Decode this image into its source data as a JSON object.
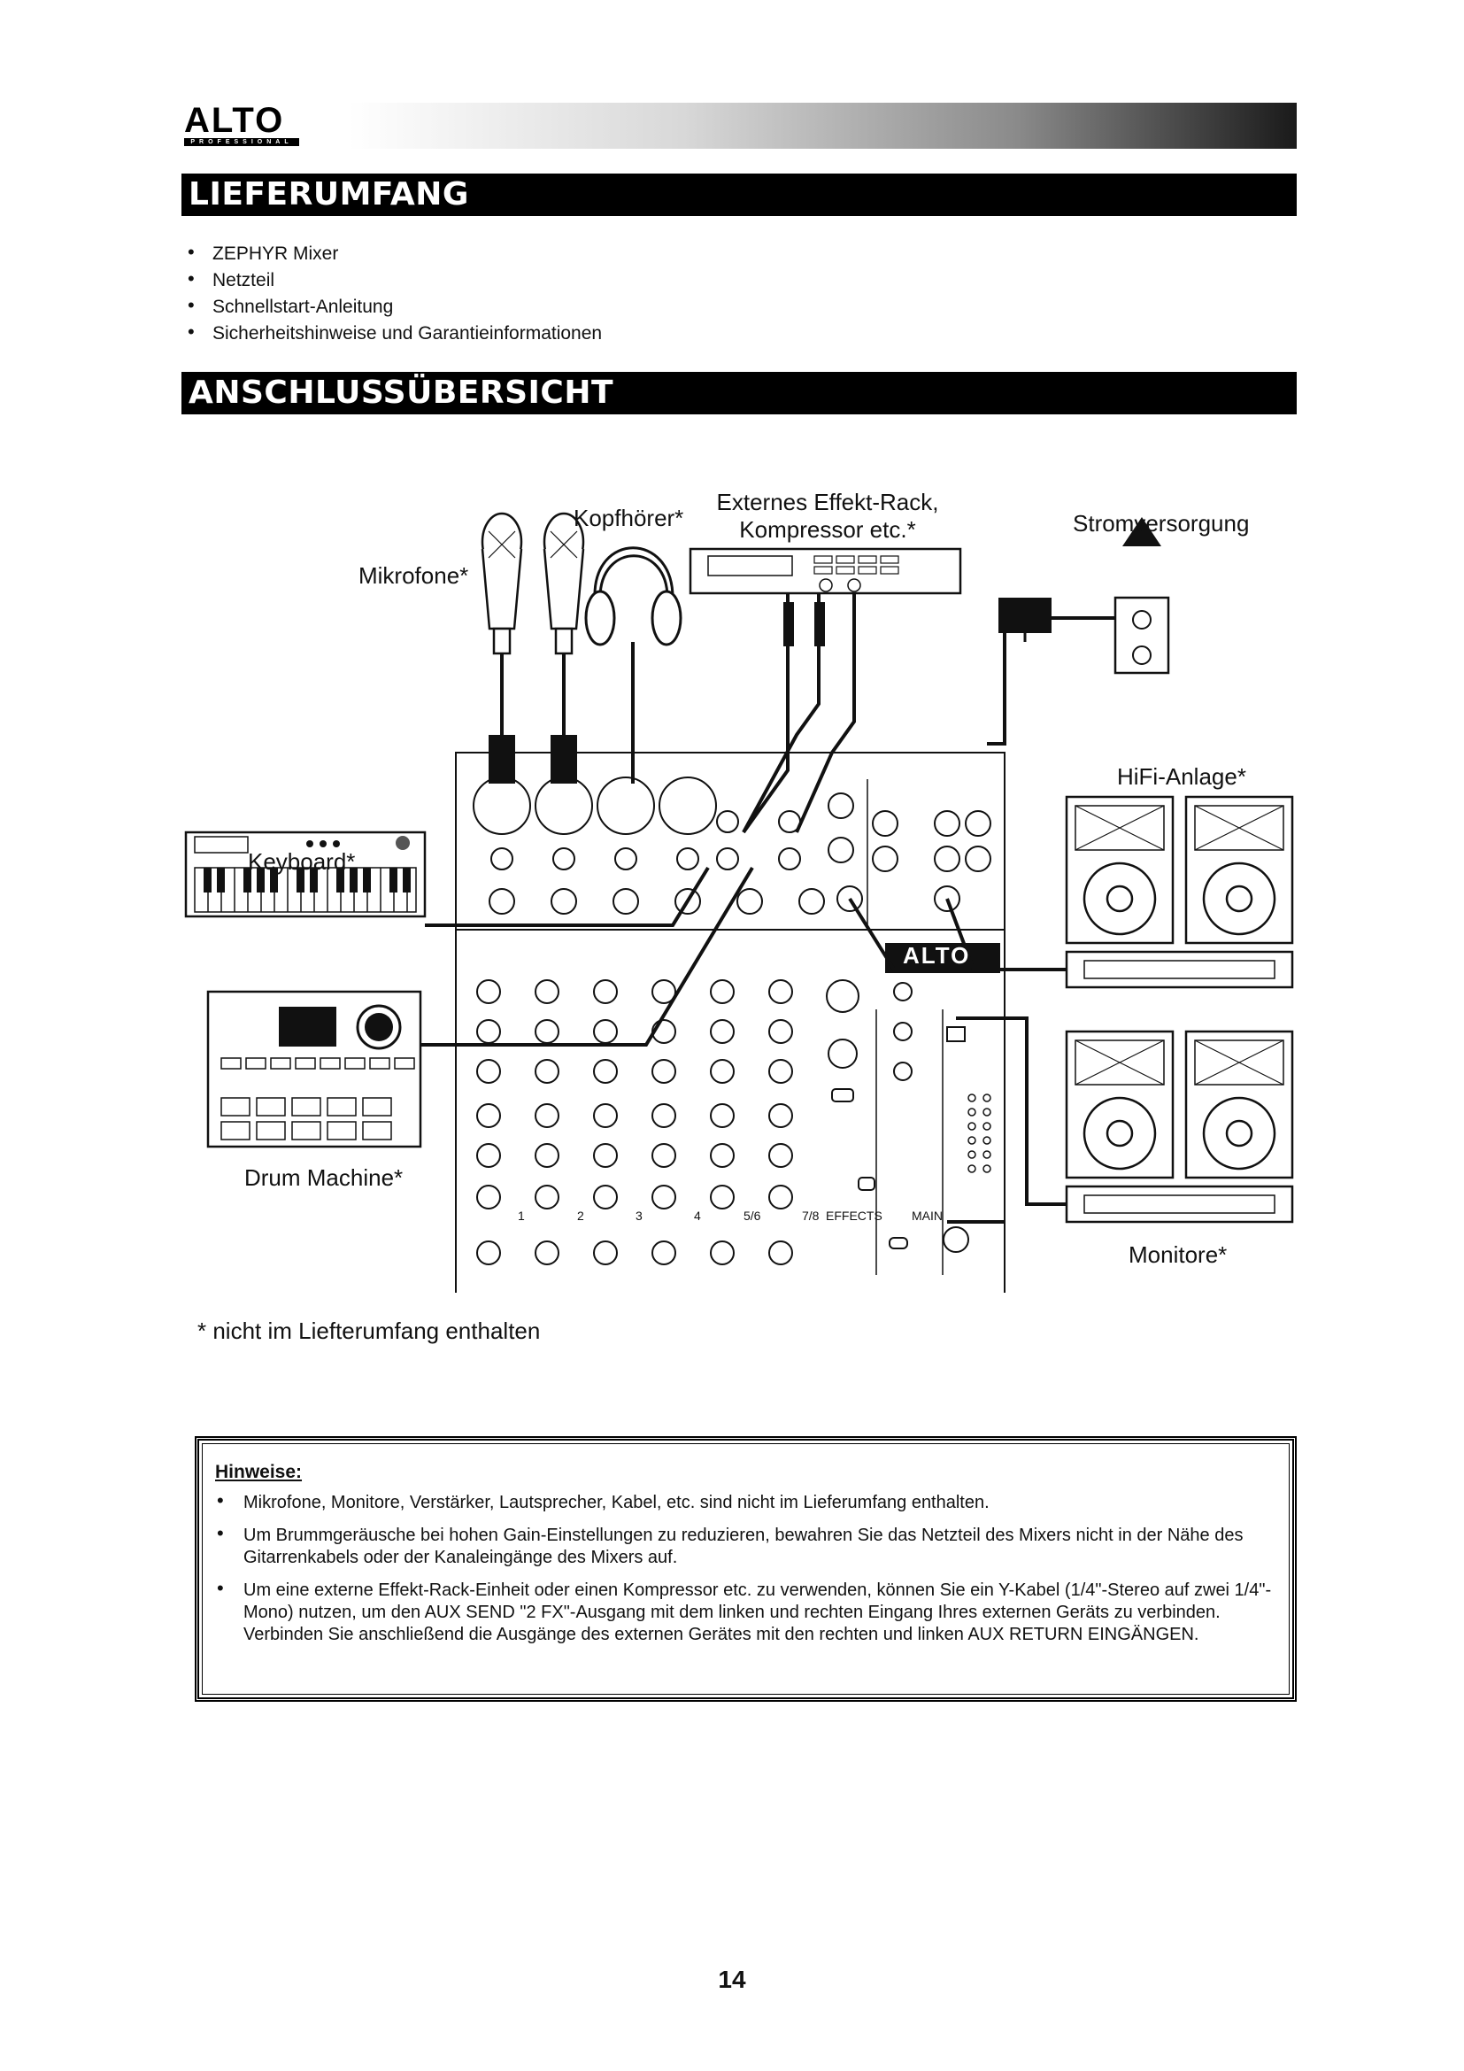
{
  "logo": {
    "brand": "ALTO",
    "sub": "PROFESSIONAL"
  },
  "sections": {
    "contents_title": "LIEFERUMFANG",
    "overview_title": "ANSCHLUSSÜBERSICHT"
  },
  "contents_items": [
    "ZEPHYR Mixer",
    "Netzteil",
    "Schnellstart-Anleitung",
    "Sicherheitshinweise und Garantieinformationen"
  ],
  "diagram": {
    "labels": {
      "microphones": "Mikrofone*",
      "headphones": "Kopfhörer*",
      "effects_rack_line1": "Externes Effekt-Rack,",
      "effects_rack_line2": "Kompressor etc.*",
      "power": "Stromversorgung",
      "hifi": "HiFi-Anlage*",
      "keyboard": "Keyboard*",
      "drum_machine": "Drum Machine*",
      "monitors": "Monitore*"
    },
    "mixer": {
      "brand": "ALTO",
      "channel_numbers": [
        "1",
        "2",
        "3",
        "4",
        "5/6",
        "7/8"
      ],
      "effects_label": "EFFECTS",
      "main_label": "MAIN"
    }
  },
  "footnote": "* nicht im Liefterumfang enthalten",
  "notes": {
    "title": "Hinweise:",
    "items": [
      "Mikrofone, Monitore, Verstärker, Lautsprecher, Kabel, etc. sind nicht im Lieferumfang enthalten.",
      "Um Brummgeräusche bei hohen Gain-Einstellungen zu reduzieren, bewahren Sie das Netzteil des Mixers nicht in der Nähe des Gitarrenkabels oder der Kanaleingänge des Mixers auf.",
      "Um eine externe Effekt-Rack-Einheit oder einen Kompressor etc. zu verwenden, können Sie ein Y-Kabel (1/4\"-Stereo auf zwei 1/4\"-Mono) nutzen, um den AUX SEND \"2 FX\"-Ausgang mit dem linken und rechten Eingang Ihres externen Geräts zu verbinden. Verbinden Sie anschließend die Ausgänge des externen Gerätes mit den rechten und linken AUX RETURN EINGÄNGEN."
    ]
  },
  "page_number": "14"
}
